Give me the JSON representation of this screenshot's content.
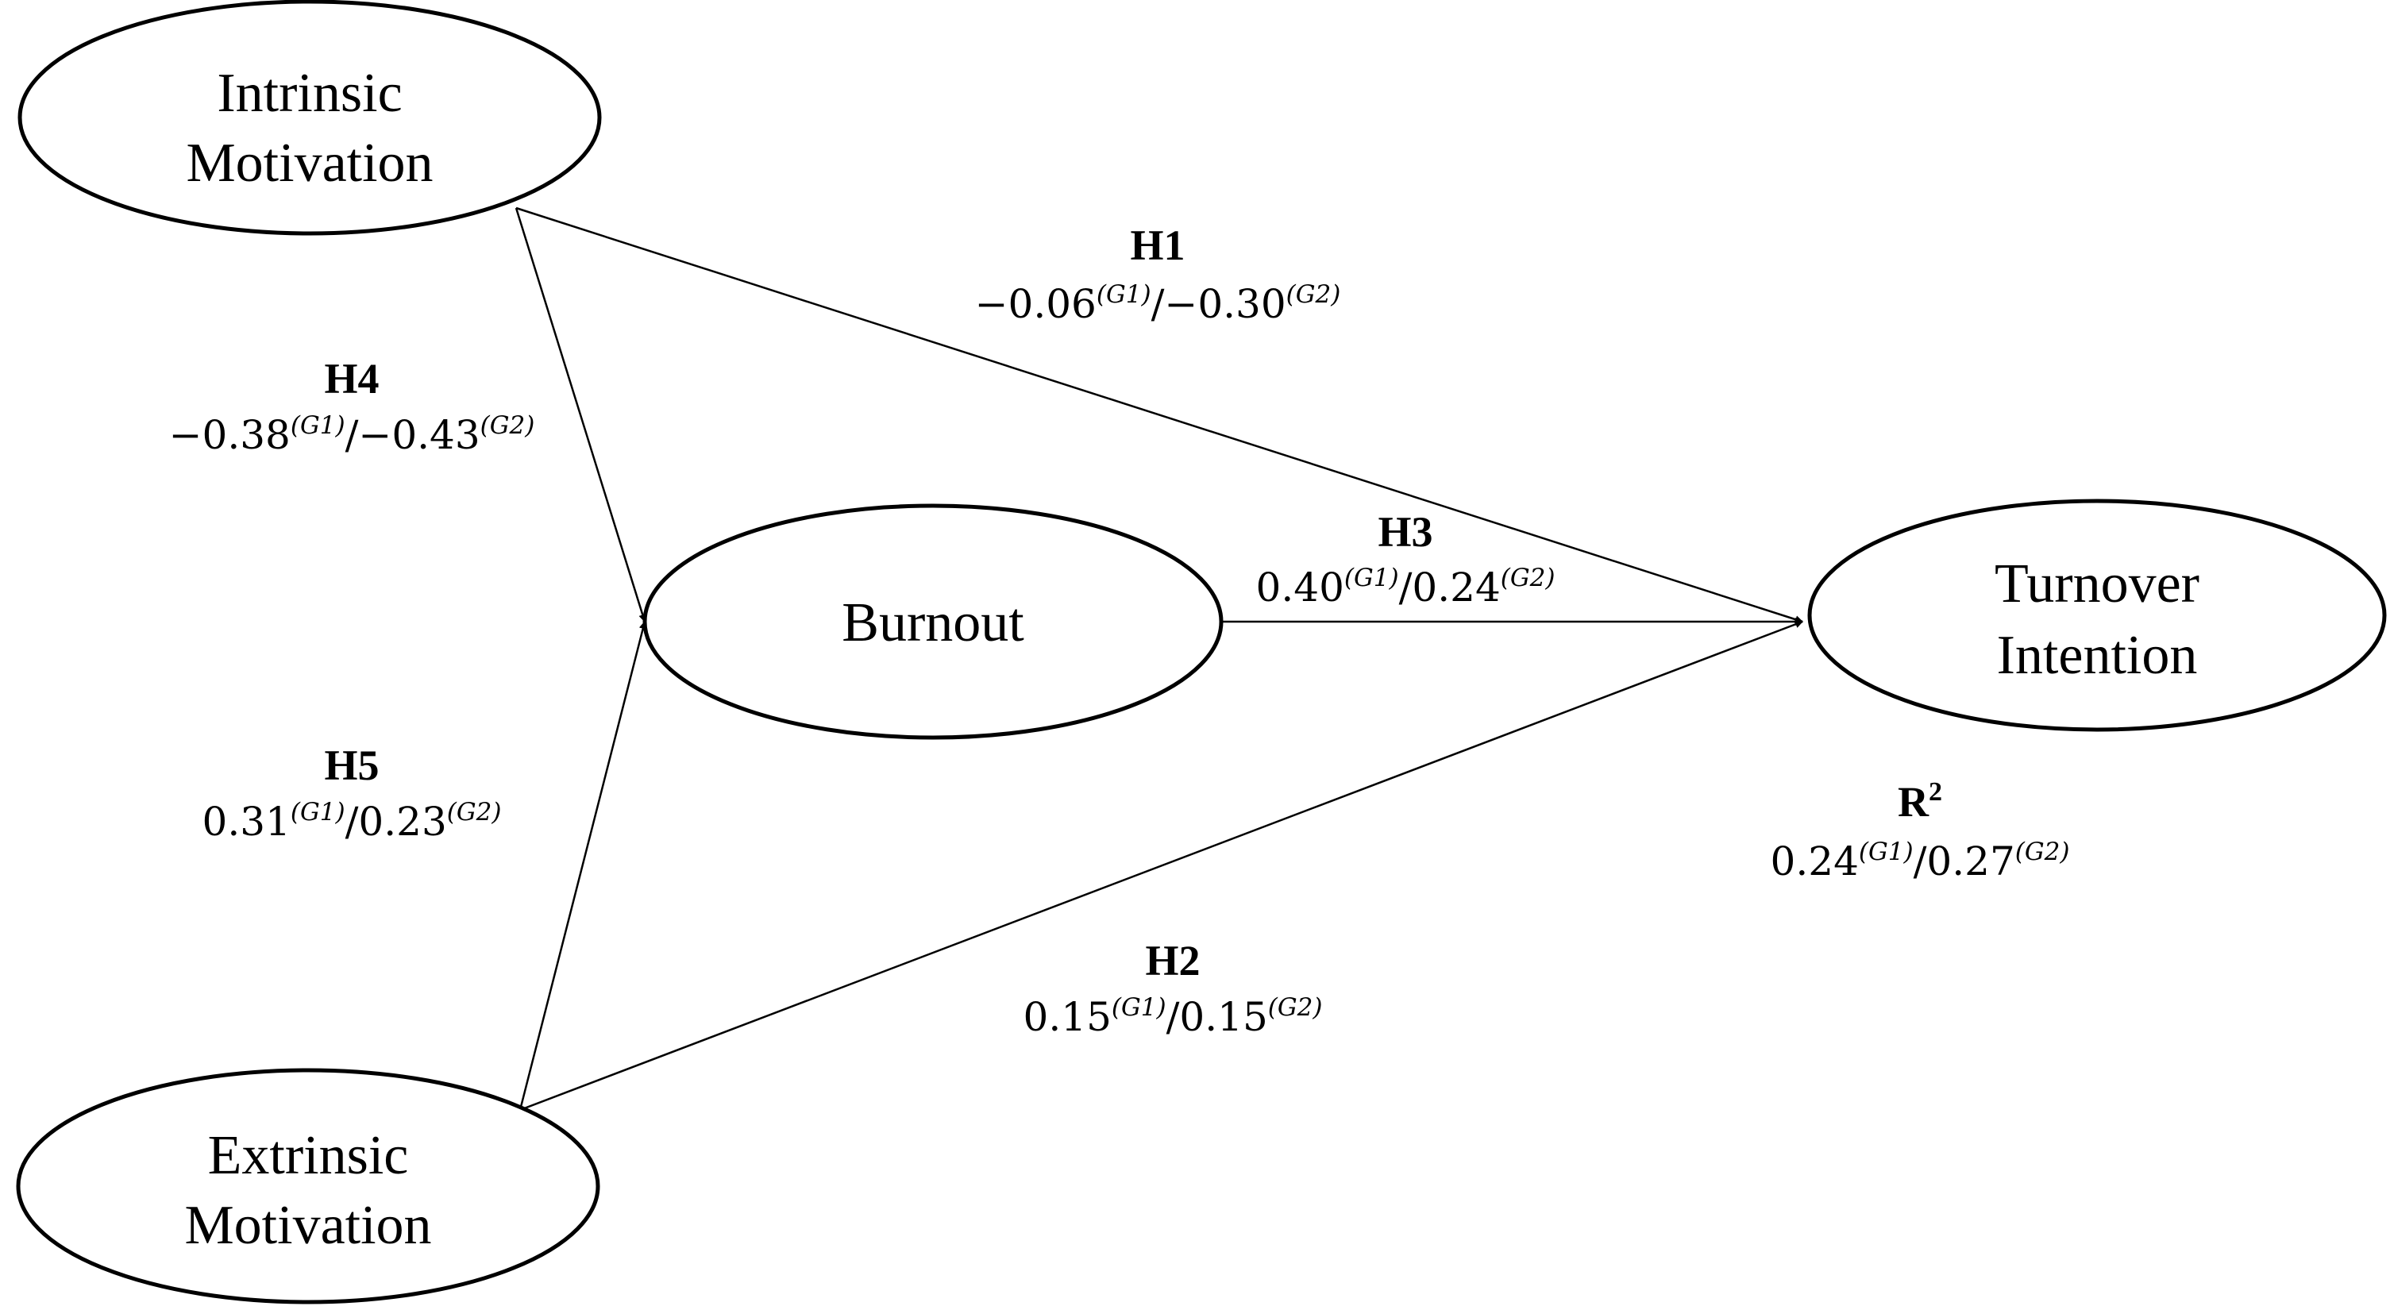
{
  "nodes": {
    "intrinsic": {
      "line1": "Intrinsic",
      "line2": "Motivation"
    },
    "extrinsic": {
      "line1": "Extrinsic",
      "line2": "Motivation"
    },
    "burnout": {
      "label": "Burnout"
    },
    "turnover": {
      "line1": "Turnover",
      "line2": "Intention"
    }
  },
  "paths": {
    "h1": {
      "label": "H1",
      "g1_value": "−0.06",
      "g1_tag": "(G1)",
      "separator": "/",
      "g2_value": "−0.30",
      "g2_tag": "(G2)"
    },
    "h2": {
      "label": "H2",
      "g1_value": "0.15",
      "g1_tag": "(G1)",
      "separator": "/",
      "g2_value": "0.15",
      "g2_tag": "(G2)"
    },
    "h3": {
      "label": "H3",
      "g1_value": "0.40",
      "g1_tag": "(G1)",
      "separator": "/",
      "g2_value": "0.24",
      "g2_tag": "(G2)"
    },
    "h4": {
      "label": "H4",
      "g1_value": "−0.38",
      "g1_tag": "(G1)",
      "separator": "/",
      "g2_value": "−0.43",
      "g2_tag": "(G2)"
    },
    "h5": {
      "label": "H5",
      "g1_value": "0.31",
      "g1_tag": "(G1)",
      "separator": "/",
      "g2_value": "0.23",
      "g2_tag": "(G2)"
    }
  },
  "r_squared": {
    "label": "R",
    "superscript": "2",
    "g1_value": "0.24",
    "g1_tag": "(G1)",
    "separator": "/",
    "g2_value": "0.27",
    "g2_tag": "(G2)"
  }
}
